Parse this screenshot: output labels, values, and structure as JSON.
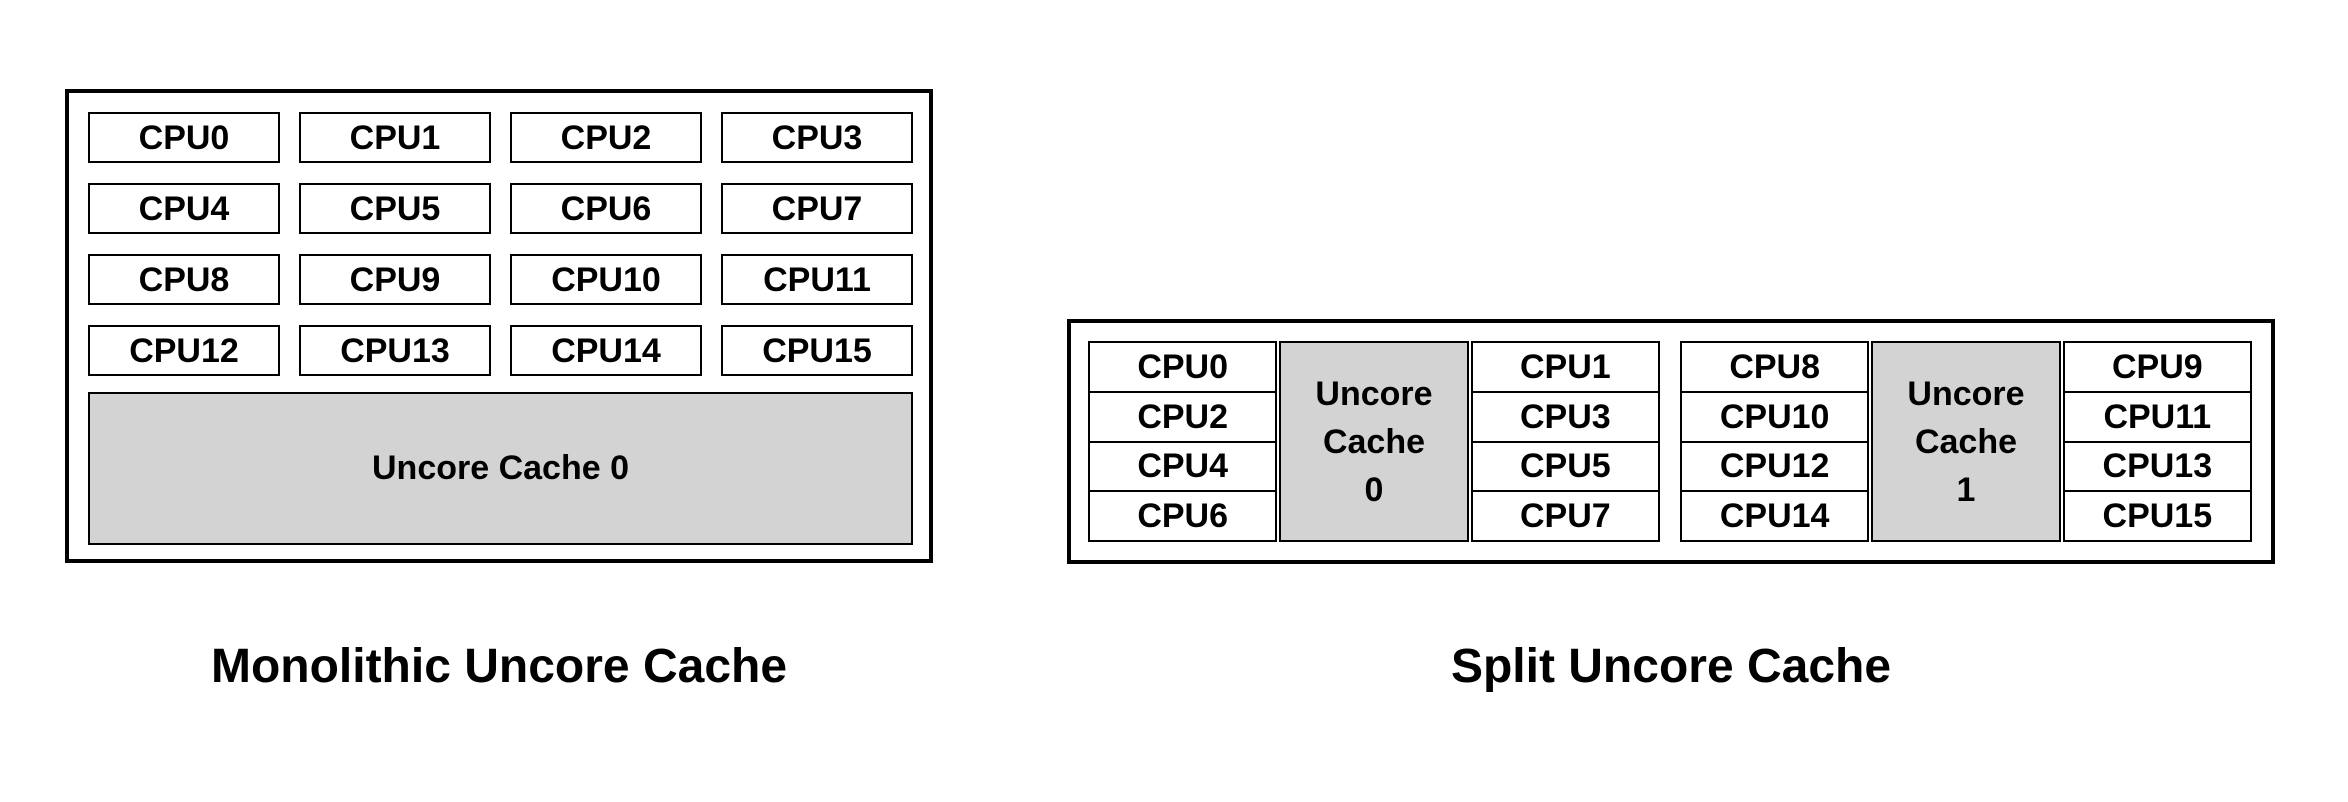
{
  "colors": {
    "background": "#ffffff",
    "border": "#000000",
    "cache_fill": "#d3d3d3",
    "text": "#000000"
  },
  "monolithic": {
    "caption": "Monolithic Uncore Cache",
    "cache_label": "Uncore Cache 0",
    "cpu_rows": [
      [
        "CPU0",
        "CPU1",
        "CPU2",
        "CPU3"
      ],
      [
        "CPU4",
        "CPU5",
        "CPU6",
        "CPU7"
      ],
      [
        "CPU8",
        "CPU9",
        "CPU10",
        "CPU11"
      ],
      [
        "CPU12",
        "CPU13",
        "CPU14",
        "CPU15"
      ]
    ]
  },
  "split": {
    "caption": "Split Uncore Cache",
    "clusters": [
      {
        "left_cpus": [
          "CPU0",
          "CPU2",
          "CPU4",
          "CPU6"
        ],
        "cache_lines": [
          "Uncore",
          "Cache",
          "0"
        ],
        "right_cpus": [
          "CPU1",
          "CPU3",
          "CPU5",
          "CPU7"
        ]
      },
      {
        "left_cpus": [
          "CPU8",
          "CPU10",
          "CPU12",
          "CPU14"
        ],
        "cache_lines": [
          "Uncore",
          "Cache",
          "1"
        ],
        "right_cpus": [
          "CPU9",
          "CPU11",
          "CPU13",
          "CPU15"
        ]
      }
    ]
  }
}
